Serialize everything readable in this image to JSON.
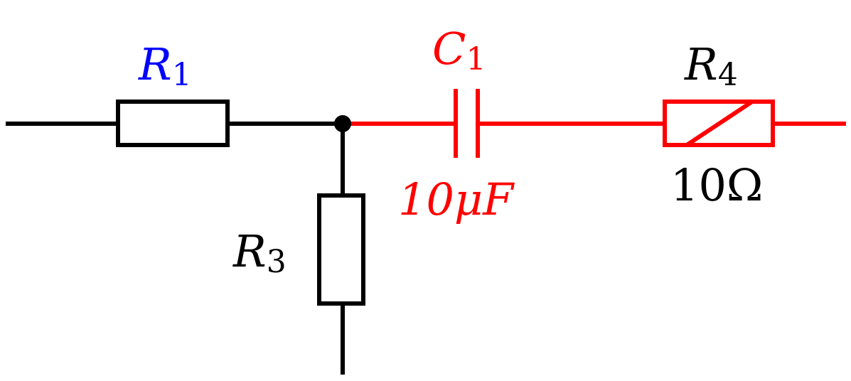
{
  "colors": {
    "default": "#000000",
    "highlight_red": "#ff0000",
    "label_blue": "#0000ff"
  },
  "components": {
    "r1": {
      "symbol": "R",
      "index": "1",
      "label_color": "#0000ff"
    },
    "r3": {
      "symbol": "R",
      "index": "3"
    },
    "c1": {
      "symbol": "C",
      "index": "1",
      "value": "10μF"
    },
    "r4": {
      "symbol": "R",
      "index": "4",
      "value": "10Ω"
    }
  }
}
